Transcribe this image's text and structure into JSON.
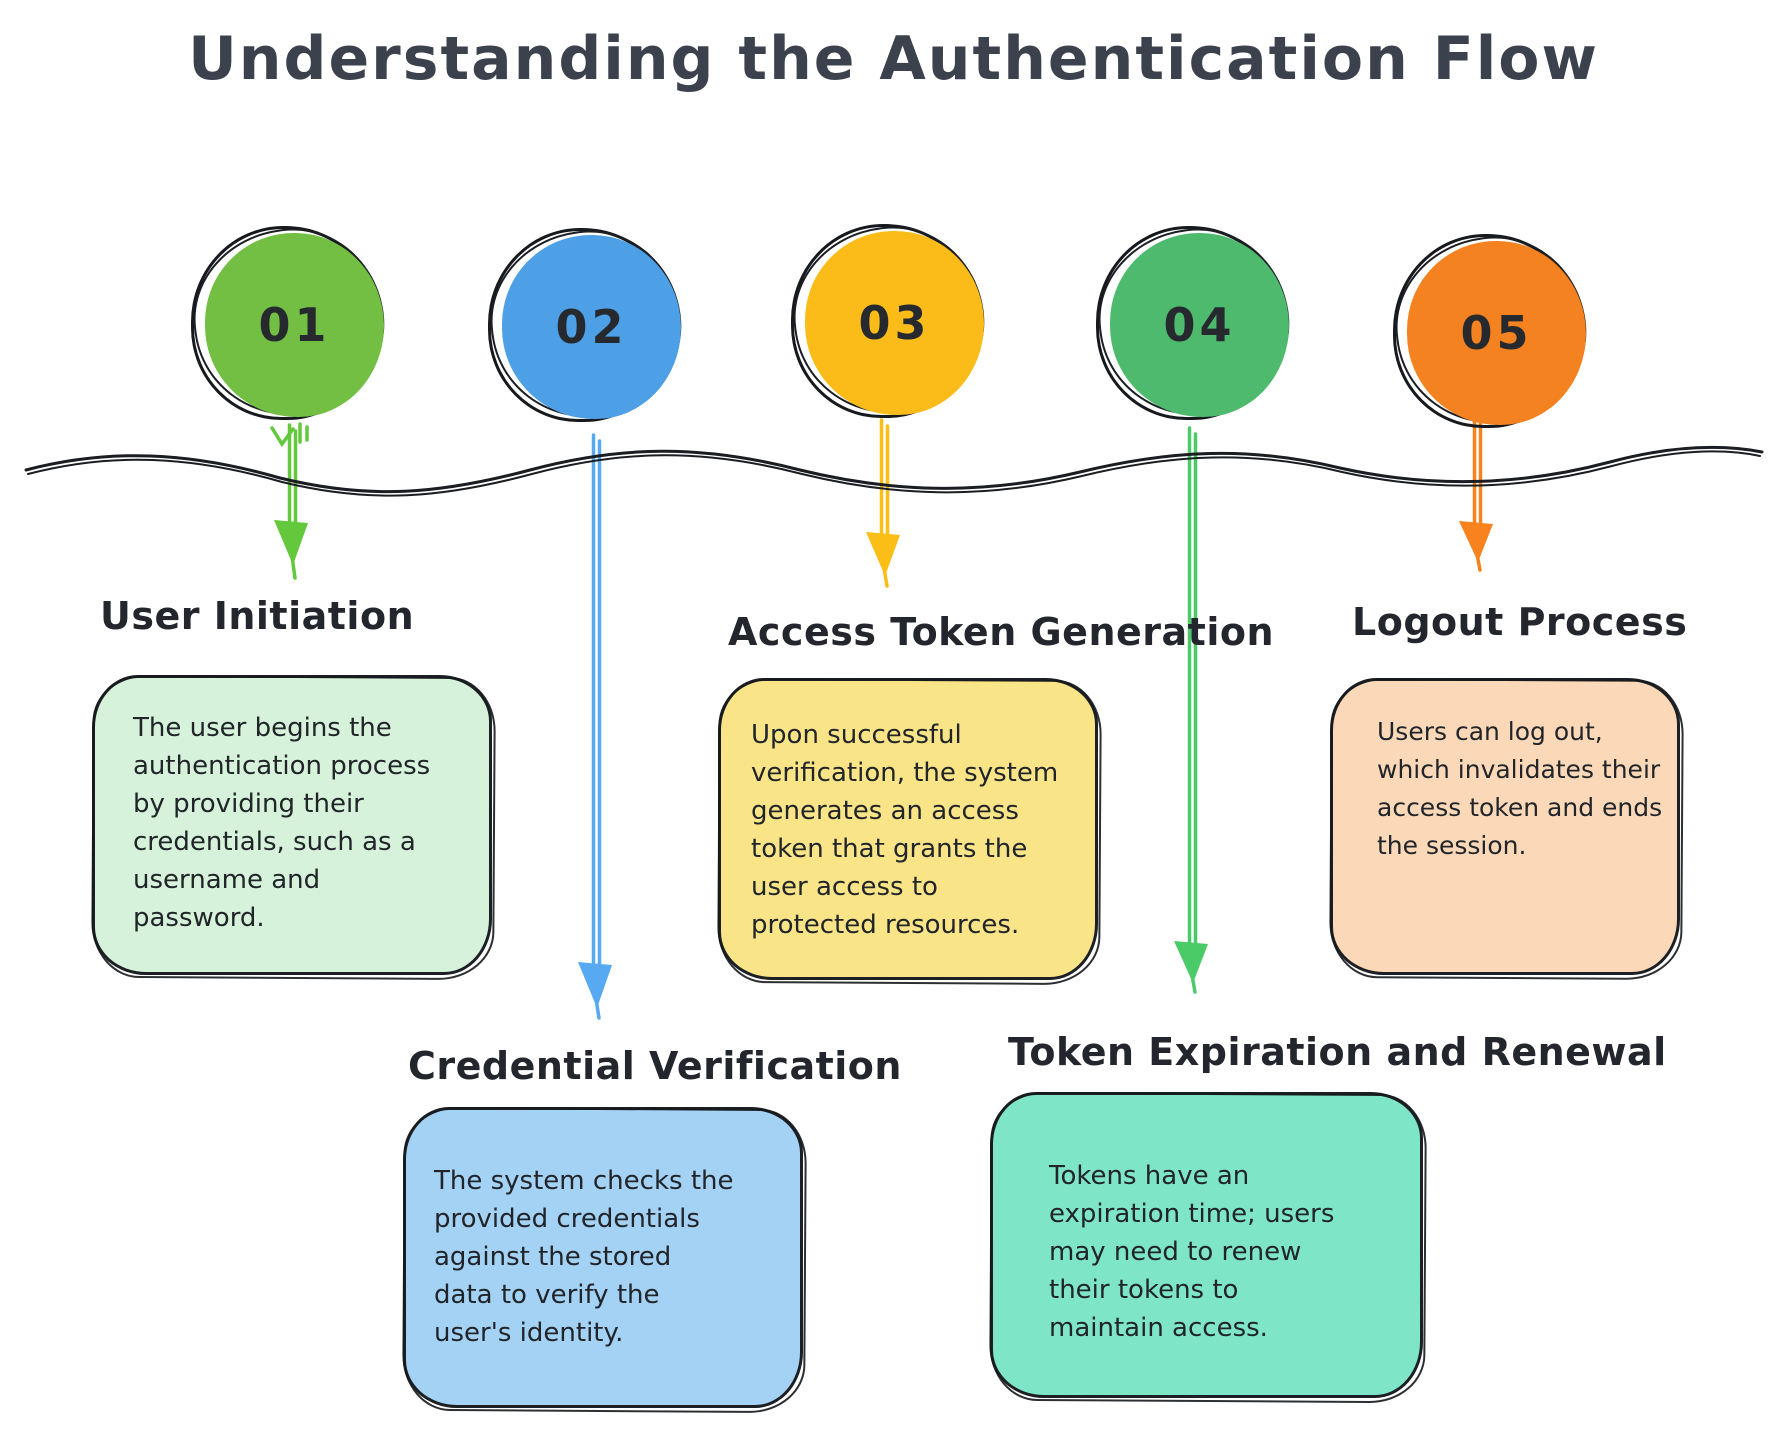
{
  "title": "Understanding the Authentication Flow",
  "colors": {
    "background": "#ffffff",
    "body_ink": "#21252a",
    "title_ink": "#3b424d",
    "wave_line": "#1a1d21"
  },
  "steps": [
    {
      "number": "01",
      "label": "User Initiation",
      "description": "The user begins the\nauthentication process\nby providing their\ncredentials, such as a\nusername and\npassword.",
      "circle_color": "#72bf44",
      "arrow_color": "#63c83c",
      "box_fill": "#d6f2da"
    },
    {
      "number": "02",
      "label": "Credential Verification",
      "description": "The system checks the\nprovided credentials\nagainst the stored\ndata to verify the\nuser's identity.",
      "circle_color": "#4d9fe6",
      "arrow_color": "#57aaf1",
      "box_fill": "#a4d2f4"
    },
    {
      "number": "03",
      "label": "Access Token Generation",
      "description": "Upon successful\nverification, the system\ngenerates an access\ntoken that grants the\nuser access to\nprotected resources.",
      "circle_color": "#fbbc19",
      "arrow_color": "#fbbe17",
      "box_fill": "#f9e487"
    },
    {
      "number": "04",
      "label": "Token Expiration and Renewal",
      "description": "Tokens have an\nexpiration time; users\nmay need to renew\ntheir tokens to\nmaintain access.",
      "circle_color": "#4eba6e",
      "arrow_color": "#4bcb68",
      "box_fill": "#7ee5c7"
    },
    {
      "number": "05",
      "label": "Logout Process",
      "description": "Users can log out,\nwhich invalidates their\naccess token and ends\nthe session.",
      "circle_color": "#f58220",
      "arrow_color": "#f8821e",
      "box_fill": "#fbd9b8"
    }
  ]
}
